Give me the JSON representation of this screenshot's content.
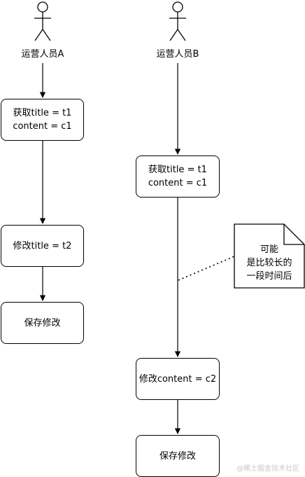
{
  "actors": {
    "a": {
      "label": "运营人员A"
    },
    "b": {
      "label": "运营人员B"
    }
  },
  "lane_a": {
    "fetch": {
      "line1": "获取title = t1",
      "line2": "content = c1"
    },
    "modify": {
      "label": "修改title = t2"
    },
    "save": {
      "label": "保存修改"
    }
  },
  "lane_b": {
    "fetch": {
      "line1": "获取title = t1",
      "line2": "content = c1"
    },
    "modify": {
      "label": "修改content = c2"
    },
    "save": {
      "label": "保存修改"
    }
  },
  "note": {
    "line1": "可能",
    "line2": "是比较长的",
    "line3": "一段时间后"
  },
  "watermark": {
    "text": "@稀土掘金技术社区"
  }
}
